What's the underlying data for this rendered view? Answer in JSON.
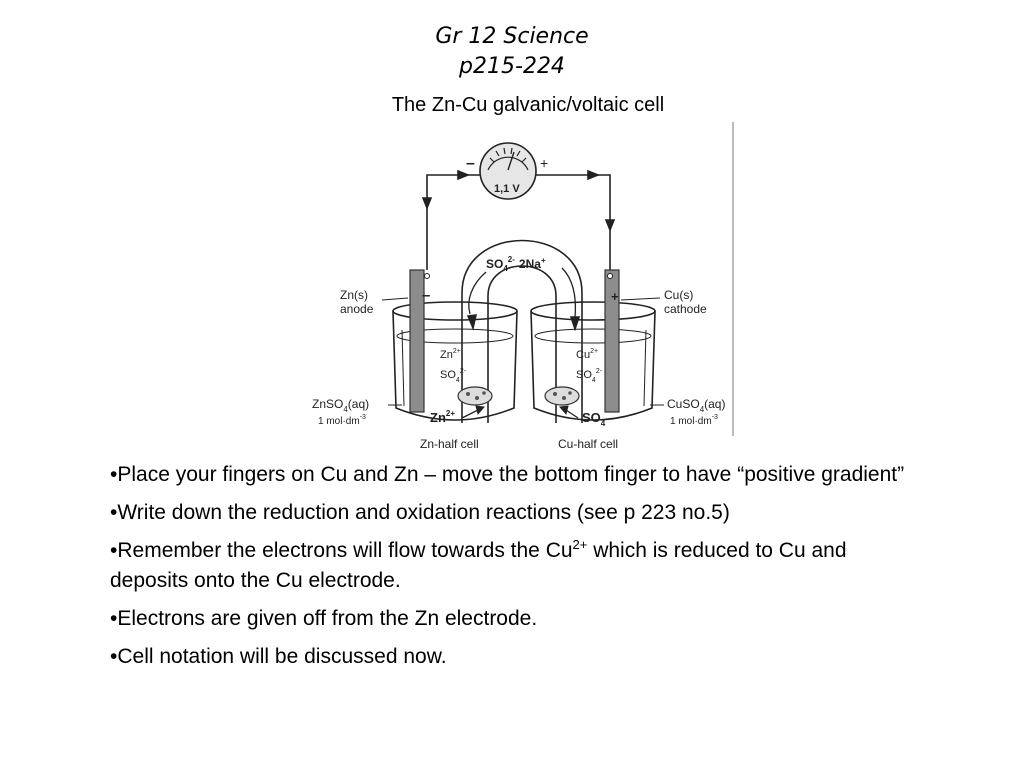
{
  "header": {
    "line1": "Gr 12 Science",
    "line2": "p215-224"
  },
  "subtitle": "The Zn-Cu galvanic/voltaic cell",
  "diagram": {
    "meter": {
      "reading": "1,1 V",
      "minus": "–",
      "plus": "+"
    },
    "salt_bridge": {
      "sulfate": "SO",
      "sulfate_sub": "4",
      "sulfate_sup": "2-",
      "sodium": "2Na",
      "sodium_sup": "+"
    },
    "left": {
      "electrode": "Zn(s)",
      "role": "anode",
      "sign": "–",
      "ion1": "Zn",
      "ion1_sup": "2+",
      "ion2": "SO",
      "ion2_sub": "4",
      "ion2_sup": "2-",
      "solution": "ZnSO",
      "solution_sub": "4",
      "solution_tail": "(aq)",
      "conc": "1 mol·dm",
      "conc_sup": "-3",
      "bottom_ion": "Zn",
      "bottom_ion_sup": "2+",
      "cell_label": "Zn-half cell"
    },
    "right": {
      "electrode": "Cu(s)",
      "role": "cathode",
      "sign": "+",
      "ion1": "Cu",
      "ion1_sup": "2+",
      "ion2": "SO",
      "ion2_sub": "4",
      "ion2_sup": "2-",
      "solution": "CuSO",
      "solution_sub": "4",
      "solution_tail": "(aq)",
      "conc": "1 mol·dm",
      "conc_sup": "-3",
      "bottom_ion": "SO",
      "bottom_ion_sub": "4",
      "cell_label": "Cu-half cell"
    }
  },
  "bullets": {
    "b1": "•Place your fingers on Cu and Zn – move the bottom finger to have “positive gradient”",
    "b2": "•Write down the reduction and oxidation reactions (see p 223 no.5)",
    "b3_pre": "•Remember the electrons will flow towards the Cu",
    "b3_sup": "2+",
    "b3_post": " which is reduced to Cu and deposits onto the Cu electrode.",
    "b4": "•Electrons are given off from the Zn electrode.",
    "b5": "•Cell notation will be discussed now."
  }
}
